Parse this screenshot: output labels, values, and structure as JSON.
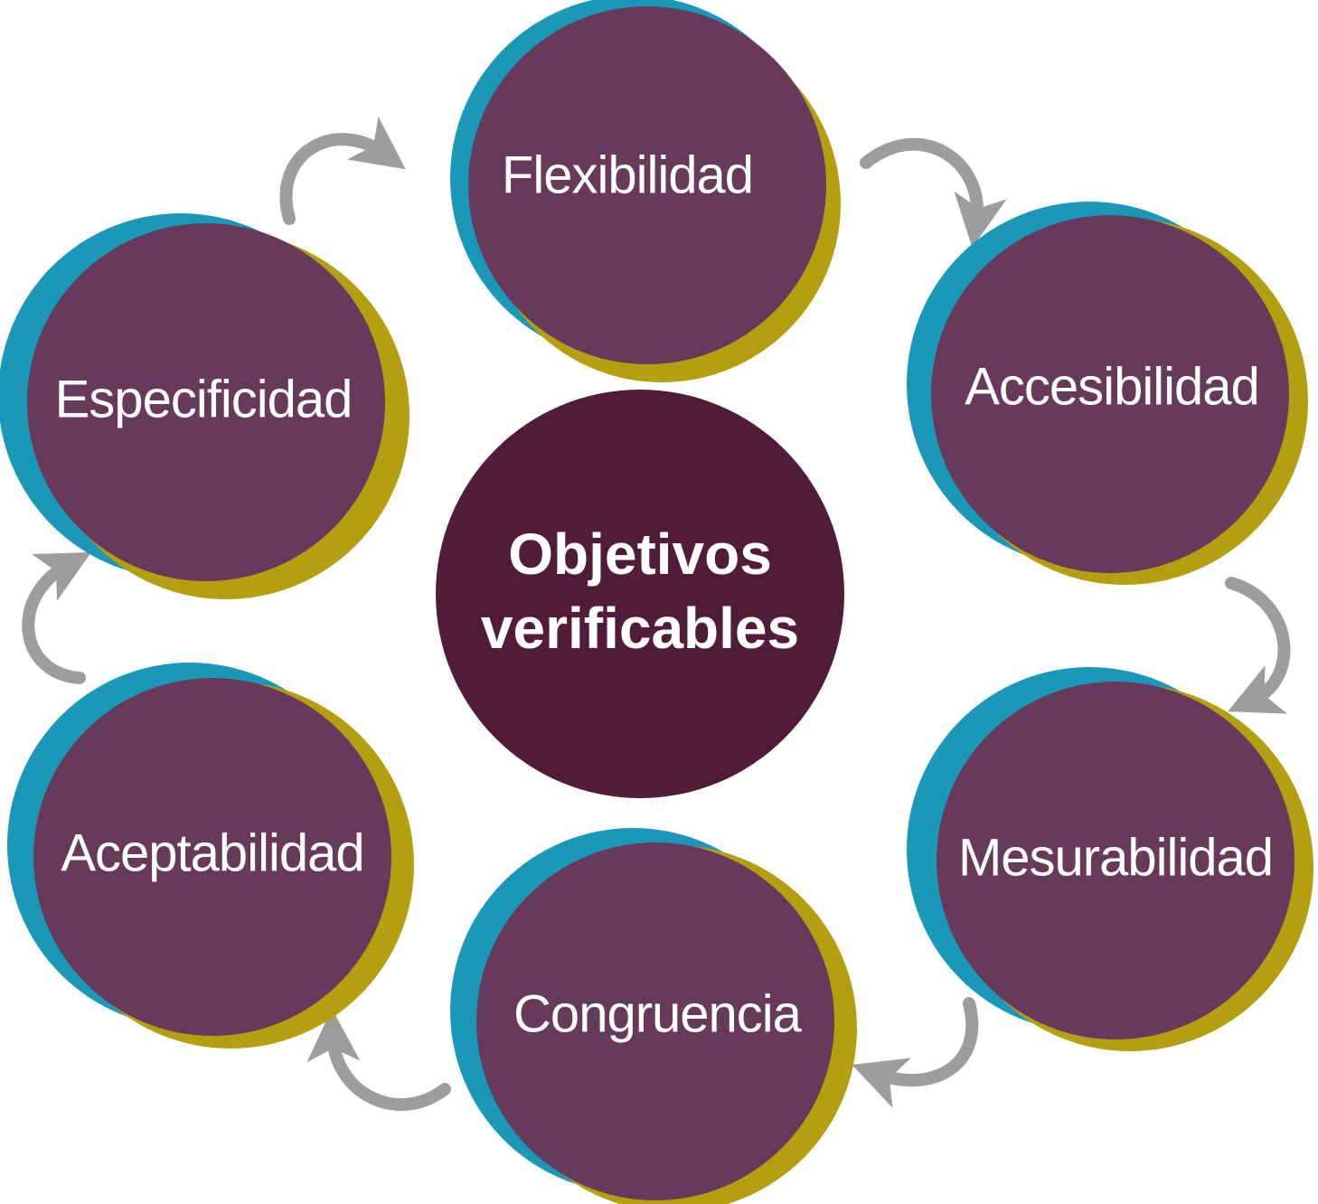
{
  "center": {
    "line1": "Objetivos",
    "line2": "verificables"
  },
  "nodes": [
    {
      "id": "flexibilidad",
      "label": "Flexibilidad"
    },
    {
      "id": "accesibilidad",
      "label": "Accesibilidad"
    },
    {
      "id": "mesurabilidad",
      "label": "Mesurabilidad"
    },
    {
      "id": "congruencia",
      "label": "Congruencia"
    },
    {
      "id": "aceptabilidad",
      "label": "Aceptabilidad"
    },
    {
      "id": "especificidad",
      "label": "Especificidad"
    }
  ],
  "colors": {
    "node_fill": "#673a5b",
    "center_fill": "#511b3a",
    "ring_blue": "#1b98b8",
    "ring_gold": "#b49f11",
    "arrow": "#9d9d9d",
    "text": "#ffffff"
  }
}
